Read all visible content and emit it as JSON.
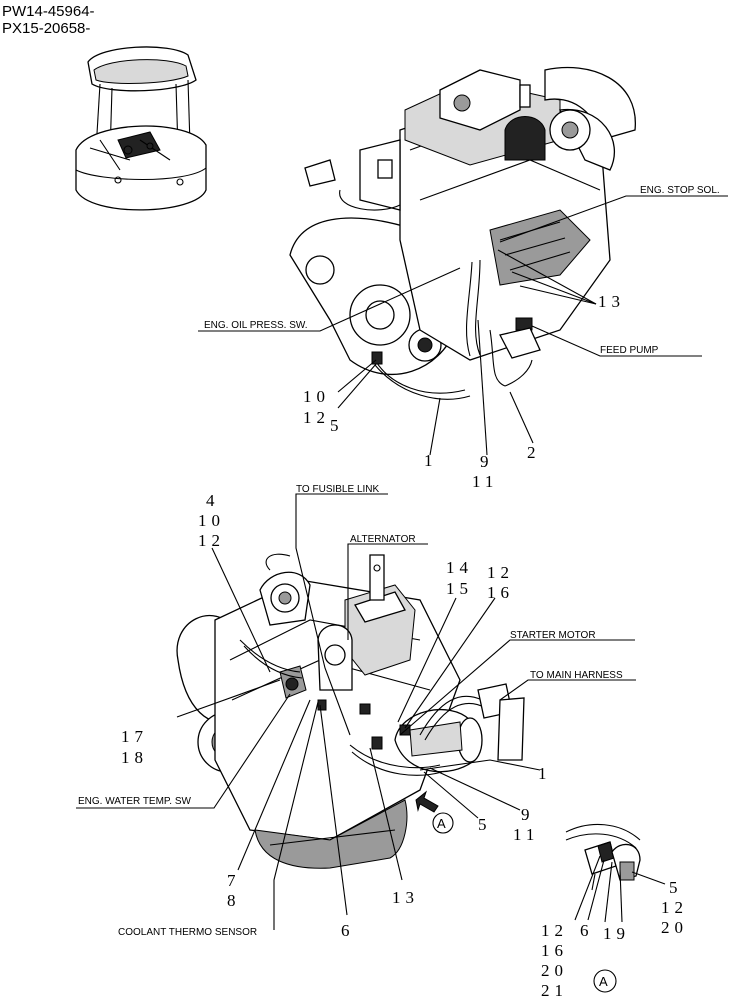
{
  "header": {
    "serial_line_1": "PW14-45964-",
    "serial_line_2": "PX15-20658-"
  },
  "labels": {
    "eng_stop_sol": "ENG. STOP SOL.",
    "eng_oil_press_sw": "ENG. OIL PRESS. SW.",
    "feed_pump": "FEED PUMP",
    "to_fusible_link": "TO FUSIBLE LINK",
    "alternator": "ALTERNATOR",
    "starter_motor": "STARTER MOTOR",
    "to_main_harness": "TO MAIN HARNESS",
    "eng_water_temp_sw": "ENG. WATER TEMP. SW",
    "coolant_thermo_sensor": "COOLANT THERMO SENSOR"
  },
  "callouts_top": {
    "c13": "13",
    "c10": "10",
    "c12": "12",
    "c5": "5",
    "c1": "1",
    "c9": "9",
    "c11": "11",
    "c2": "2"
  },
  "callouts_bottom": {
    "c4": "4",
    "c10": "10",
    "c12": "12",
    "c14": "14",
    "c15": "15",
    "c12b": "12",
    "c16": "16",
    "c17": "17",
    "c18": "18",
    "c1": "1",
    "c5": "5",
    "c9": "9",
    "c11": "11",
    "c7": "7",
    "c8": "8",
    "c6": "6",
    "c13": "13"
  },
  "detail_a": {
    "marker": "A",
    "c5": "5",
    "c12": "12",
    "c20": "20",
    "c12b": "12",
    "c16": "16",
    "c20b": "20",
    "c21": "21",
    "c6": "6",
    "c19": "19"
  },
  "view_marker": "A"
}
